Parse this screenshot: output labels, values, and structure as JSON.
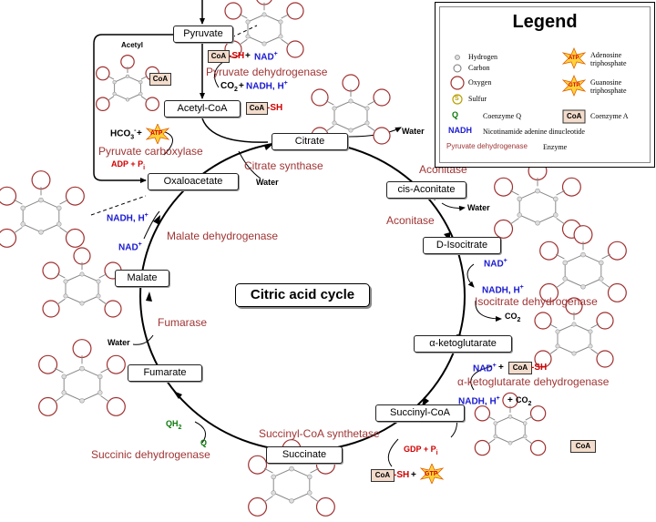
{
  "diagram": {
    "title": "Citric acid cycle",
    "compounds": {
      "pyruvate": "Pyruvate",
      "acetyl_coa": "Acetyl-CoA",
      "citrate": "Citrate",
      "cis_aconitate": "cis-Aconitate",
      "d_isocitrate": "D-Isocitrate",
      "alpha_ketoglutarate": "α-ketoglutarate",
      "succinyl_coa": "Succinyl-CoA",
      "succinate": "Succinate",
      "fumarate": "Fumarate",
      "malate": "Malate",
      "oxaloacetate": "Oxaloacetate"
    },
    "enzymes": {
      "pyruvate_dehydrogenase": "Pyruvate dehydrogenase",
      "pyruvate_carboxylase": "Pyruvate carboxylase",
      "citrate_synthase": "Citrate synthase",
      "aconitase_1": "Aconitase",
      "aconitase_2": "Aconitase",
      "isocitrate_dehydrogenase": "Isocitrate dehydrogenase",
      "akg_dehydrogenase": "α-ketoglutarate dehydrogenase",
      "succinyl_coa_synthetase": "Succinyl-CoA synthetase",
      "succinic_dehydrogenase": "Succinic dehydrogenase",
      "fumarase": "Fumarase",
      "malate_dehydrogenase": "Malate dehydrogenase"
    },
    "cofactors": {
      "acetyl": "Acetyl",
      "coa": "CoA",
      "sh": "-SH",
      "plus": "+",
      "nad": "NAD",
      "nad_sup": "+",
      "co2": "CO",
      "co2_sub": "2",
      "nadh": "NADH, H",
      "nadh_sup": "+",
      "hco3": "HCO",
      "hco3_sub": "3",
      "hco3_sup": "-",
      "atp": "ATP",
      "adp": "ADP + P",
      "adp_sub": "i",
      "water": "Water",
      "gdp": "GDP + P",
      "gdp_sub": "i",
      "gtp": "GTP",
      "q": "Q",
      "qh2": "QH",
      "qh2_sub": "2"
    }
  },
  "legend": {
    "title": "Legend",
    "items": {
      "hydrogen": "Hydrogen",
      "carbon": "Carbon",
      "oxygen": "Oxygen",
      "sulfur": "Sulfur",
      "sulfur_symbol": "S",
      "coenzyme_q_symbol": "Q",
      "coenzyme_q": "Coenzyme Q",
      "nadh_symbol": "NADH",
      "nadh_text": "Nicotinamide adenine dinucleotide",
      "enzyme_sample": "Pyruvate dehydrogenase",
      "enzyme": "Enzyme",
      "atp_symbol": "ATP",
      "atp_text1": "Adenosine",
      "atp_text2": "triphosphate",
      "gtp_symbol": "GTP",
      "gtp_text1": "Guanosine",
      "gtp_text2": "triphosphate",
      "coa_symbol": "CoA",
      "coa_text": "Coenzyme A"
    }
  },
  "colors": {
    "enzyme": "#a03535",
    "nad": "#1a1ad0",
    "energy": "#d00000",
    "coenzyme_q": "#0a7a0a",
    "oxygen_ring": "#a03030",
    "carbon": "#888888",
    "coa_fill": "#f3dccb",
    "star_fill": "#ffd23a"
  }
}
